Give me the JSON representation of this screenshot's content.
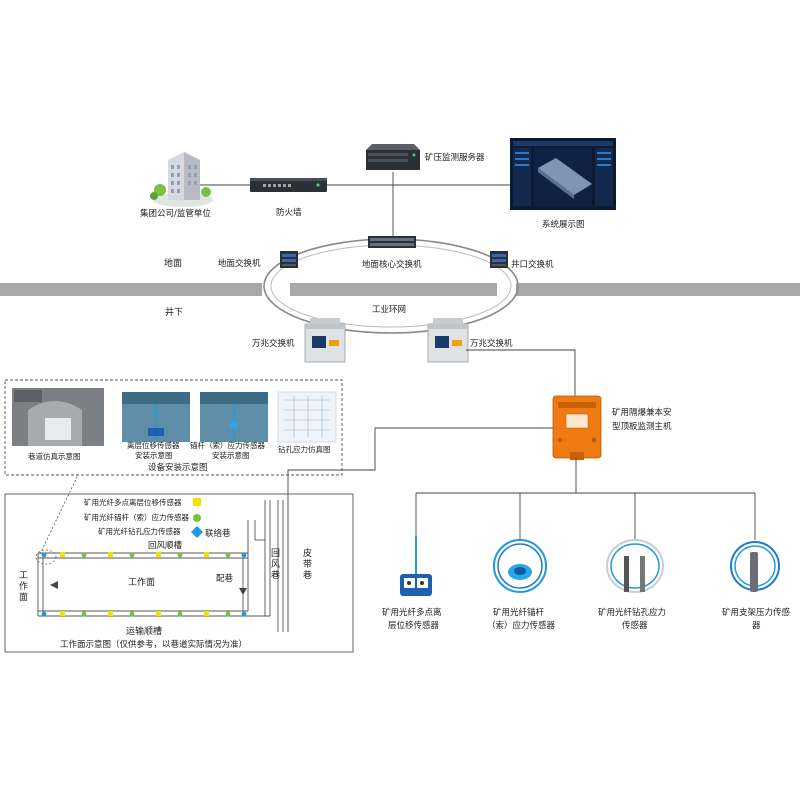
{
  "surface": {
    "group_company": "集团公司/监管单位",
    "firewall": "防火墙",
    "server": "矿压监测服务器",
    "display": "系统展示图",
    "ground": "地面",
    "ground_switch": "地面交换机",
    "core_switch": "地面核心交换机",
    "well_switch": "井口交换机"
  },
  "underground": {
    "label": "井下",
    "ring": "工业环网",
    "gigabit_switch_1": "万兆交换机",
    "gigabit_switch_2": "万兆交换机",
    "host_line1": "矿用隔爆兼本安",
    "host_line2": "型顶板监测主机"
  },
  "install": {
    "roadway_sim": "巷道仿真示意图",
    "sep_line1": "离层位移传感器",
    "sep_line2": "安装示意图",
    "anchor_line1": "锚杆（索）应力传感器",
    "anchor_line2": "安装示意图",
    "drill_sim": "钻孔应力仿真图",
    "section_title": "设备安装示意图"
  },
  "workface": {
    "legend": [
      {
        "text": "矿用光纤多点离层位移传感器",
        "color": "#f5e100",
        "shape": "square"
      },
      {
        "text": "矿用光纤锚杆（索）应力传感器",
        "color": "#7ac142",
        "shape": "circle"
      },
      {
        "text": "矿用光纤钻孔应力传感器",
        "color": "#1e9be0",
        "shape": "diamond"
      }
    ],
    "connect_lane": "联络巷",
    "return_trough": "回风顺槽",
    "return_lane": "回风巷",
    "belt_lane": "皮带巷",
    "face_side": "工作面",
    "face_center": "工作面",
    "distribution_lane": "配巷",
    "transport_trough": "运输顺槽",
    "caption": "工作面示意图（仅供参考，以巷道实际情况为准）"
  },
  "sensors": [
    {
      "line1": "矿用光纤多点离",
      "line2": "层位移传感器"
    },
    {
      "line1": "矿用光纤锚杆",
      "line2": "（索）应力传感器"
    },
    {
      "line1": "矿用光纤钻孔应力",
      "line2": "传感器"
    },
    {
      "line1": "矿用支架压力传感",
      "line2": "器"
    }
  ],
  "colors": {
    "ground_bar": "#a8a8a8",
    "host_orange": "#ee7a10",
    "accent_blue": "#1e9be0",
    "sensor_yellow": "#f5e100",
    "sensor_green": "#7ac142"
  }
}
